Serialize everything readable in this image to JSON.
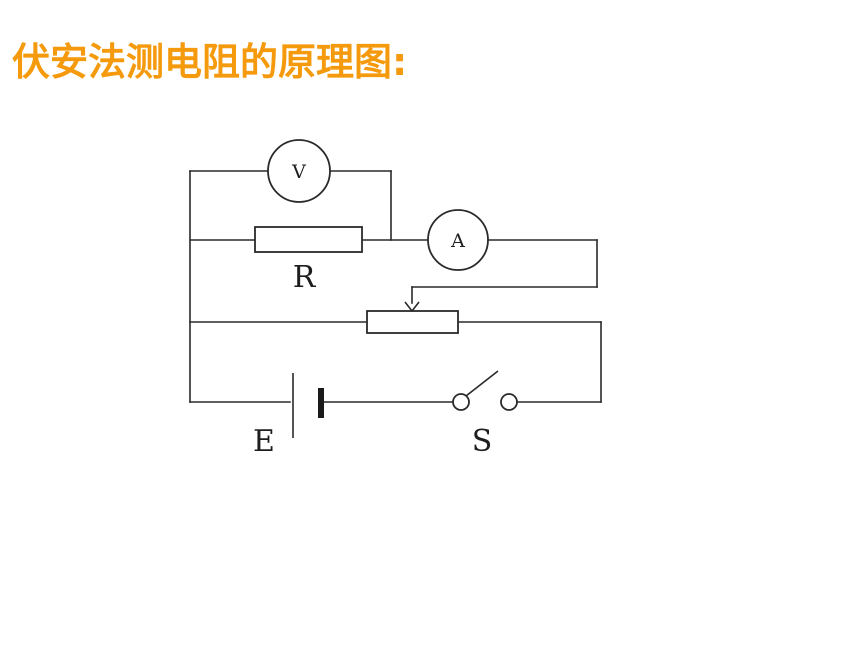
{
  "title": "伏安法测电阻的原理图:",
  "colors": {
    "title": "#F49A0C",
    "wire": "#2a2a2a"
  },
  "circuit": {
    "voltmeter_symbol": "V",
    "ammeter_symbol": "A",
    "resistor_label": "R",
    "battery_label": "E",
    "switch_label": "S"
  }
}
